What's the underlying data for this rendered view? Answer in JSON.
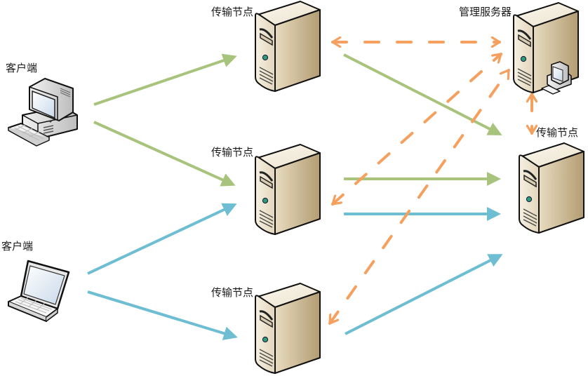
{
  "labels": {
    "client_desktop": "客户端",
    "client_laptop": "客户端",
    "node_top": "传输节点",
    "node_middle": "传输节点",
    "node_bottom": "传输节点",
    "manager": "管理服务器",
    "node_right": "传输节点"
  },
  "colors": {
    "green_flow": "#a8c47c",
    "blue_flow": "#6dbdd3",
    "orange_control": "#f5a05e",
    "server_front": "#efe6d2",
    "server_side": "#c4b08a",
    "outline": "#111111"
  },
  "nodes": [
    {
      "id": "client_desktop",
      "type": "desktop-pc"
    },
    {
      "id": "client_laptop",
      "type": "laptop"
    },
    {
      "id": "node_top",
      "type": "server"
    },
    {
      "id": "node_middle",
      "type": "server"
    },
    {
      "id": "node_bottom",
      "type": "server"
    },
    {
      "id": "manager",
      "type": "server-with-console"
    },
    {
      "id": "node_right",
      "type": "server"
    }
  ],
  "edges": [
    {
      "from": "client_desktop",
      "to": "node_top",
      "style": "green-solid"
    },
    {
      "from": "client_desktop",
      "to": "node_middle",
      "style": "green-solid"
    },
    {
      "from": "client_laptop",
      "to": "node_middle",
      "style": "blue-solid"
    },
    {
      "from": "client_laptop",
      "to": "node_bottom",
      "style": "blue-solid"
    },
    {
      "from": "node_top",
      "to": "node_right",
      "style": "green-solid"
    },
    {
      "from": "node_middle",
      "to": "node_right",
      "style": "green-solid"
    },
    {
      "from": "node_middle",
      "to": "node_right",
      "style": "blue-solid"
    },
    {
      "from": "node_bottom",
      "to": "node_right",
      "style": "blue-solid"
    },
    {
      "from": "node_top",
      "to": "manager",
      "style": "orange-dashed",
      "bidirectional": true
    },
    {
      "from": "node_middle",
      "to": "manager",
      "style": "orange-dashed",
      "bidirectional": true
    },
    {
      "from": "node_bottom",
      "to": "manager",
      "style": "orange-dashed",
      "bidirectional": true
    },
    {
      "from": "manager",
      "to": "node_right",
      "style": "orange-solid",
      "bidirectional": true
    }
  ]
}
